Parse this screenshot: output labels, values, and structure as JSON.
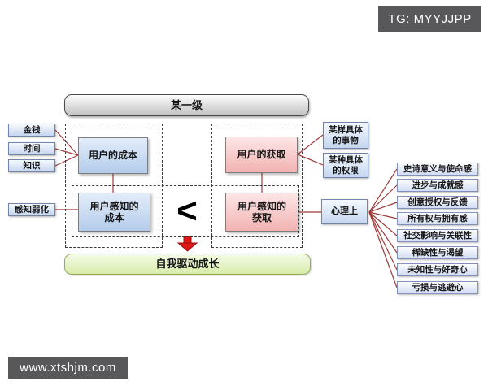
{
  "watermarks": {
    "tg": "TG: MYYJJPP",
    "site": "www.xtshjm.com"
  },
  "diagram": {
    "top_level": "某一级",
    "comparator": "<",
    "result": "自我驱动成长",
    "cost_side": {
      "inputs": [
        "金钱",
        "时间",
        "知识"
      ],
      "weaken": "感知弱化",
      "cost": "用户的成本",
      "perceived_cost": "用户感知的成本"
    },
    "gain_side": {
      "gain": "用户的获取",
      "perceived_gain": "用户感知的获取",
      "outputs": [
        "某样具体\n的事物",
        "某种具体\n的权限"
      ],
      "psych": "心理上",
      "psych_items": [
        "史诗意义与使命感",
        "进步与成就感",
        "创意授权与反馈",
        "所有权与拥有感",
        "社交影响与关联性",
        "稀缺性与渴望",
        "未知性与好奇心",
        "亏损与逃避心"
      ]
    }
  },
  "colors": {
    "connector_line": "#9e3b39",
    "cost_box_fill": "#b4cceb",
    "gain_box_fill": "#f2b2b2",
    "result_box_fill": "#d8ecaa",
    "title_box_fill": "#c2c2c2",
    "badge_background": "#58585a",
    "arrow_red": "#e01616"
  }
}
